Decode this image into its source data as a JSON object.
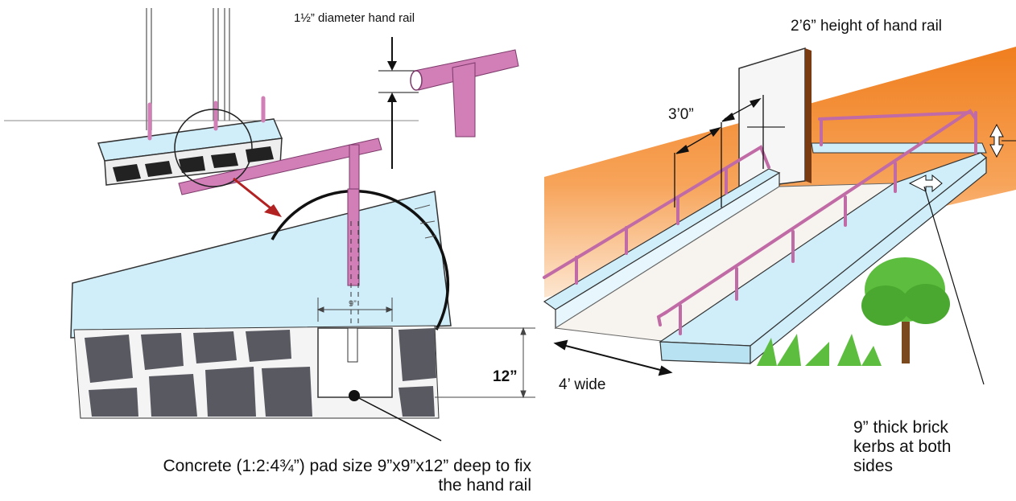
{
  "labels": {
    "rail_diameter": "1½” diameter hand rail",
    "rail_height": "2’6” height of hand rail",
    "post_spacing": "3’0”",
    "pad_width": "9”",
    "pad_depth": "12”",
    "ramp_width": "4’ wide",
    "concrete_pad": "Concrete (1:2:4¾”) pad size 9”x9”x12” deep to fix the hand rail",
    "kerbs": "9” thick brick kerbs at both sides"
  },
  "colors": {
    "rail": "#d27fb8",
    "concrete": "#cfeefa",
    "stone": "#595962",
    "wall_dark": "#f07e1e",
    "wall_light": "#fde0c4",
    "tree": "#5cbd3e",
    "ink": "#111111"
  }
}
